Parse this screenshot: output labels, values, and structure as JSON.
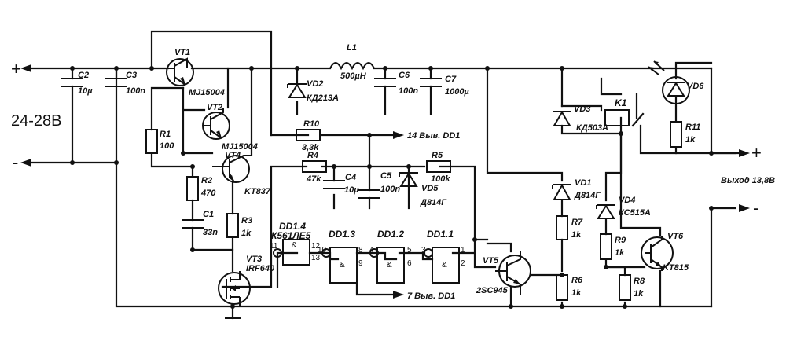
{
  "input": {
    "plus": "+",
    "minus": "-",
    "voltage": "24-28В"
  },
  "output": {
    "plus": "+",
    "minus": "-",
    "label": "Выход 13,8В"
  },
  "components": {
    "C2": {
      "ref": "C2",
      "value": "10µ"
    },
    "C3": {
      "ref": "C3",
      "value": "100n"
    },
    "VT1": {
      "ref": "VT1",
      "type": "MJ15004"
    },
    "VT2": {
      "ref": "VT2",
      "type": "MJ15004"
    },
    "R1": {
      "ref": "R1",
      "value": "100"
    },
    "VT4": {
      "ref": "VT4",
      "type": "KT837"
    },
    "R2": {
      "ref": "R2",
      "value": "470"
    },
    "C1": {
      "ref": "C1",
      "value": "33n"
    },
    "R3": {
      "ref": "R3",
      "value": "1k"
    },
    "VT3": {
      "ref": "VT3",
      "type": "IRF640"
    },
    "VD2": {
      "ref": "VD2",
      "type": "КД213А"
    },
    "L1": {
      "ref": "L1",
      "value": "500µH"
    },
    "C6": {
      "ref": "C6",
      "value": "100n"
    },
    "C7": {
      "ref": "C7",
      "value": "1000µ"
    },
    "R10": {
      "ref": "R10",
      "value": "3,3k"
    },
    "R4": {
      "ref": "R4",
      "value": "47k"
    },
    "C4": {
      "ref": "C4",
      "value": "10µ"
    },
    "C5": {
      "ref": "C5",
      "value": "100n"
    },
    "VD5": {
      "ref": "VD5",
      "type": "Д814Г"
    },
    "R5": {
      "ref": "R5",
      "value": "100k"
    },
    "VD3": {
      "ref": "VD3",
      "type": "КД503А"
    },
    "K1": {
      "ref": "K1"
    },
    "VD6": {
      "ref": "VD6"
    },
    "R11": {
      "ref": "R11",
      "value": "1k"
    },
    "VD1": {
      "ref": "VD1",
      "type": "Д814Г"
    },
    "R7": {
      "ref": "R7",
      "value": "1k"
    },
    "R6": {
      "ref": "R6",
      "value": "1k"
    },
    "VD4": {
      "ref": "VD4",
      "type": "КС515А"
    },
    "R9": {
      "ref": "R9",
      "value": "1k"
    },
    "R8": {
      "ref": "R8",
      "value": "1k"
    },
    "VT6": {
      "ref": "VT6",
      "type": "KT815"
    },
    "VT5": {
      "ref": "VT5",
      "type": "2SC945"
    }
  },
  "chip": {
    "DD14": "DD1.4",
    "DD13": "DD1.3",
    "DD12": "DD1.2",
    "DD11": "DD1.1",
    "part": "К561ЛЕ5",
    "gate_symbol": "&",
    "pin14": "14 Выв. DD1",
    "pin7": "7 Выв. DD1",
    "pins": {
      "p11": "11",
      "p12": "12",
      "p13": "13",
      "p8": "8",
      "p9": "9",
      "p10": "10",
      "p4": "4",
      "p5": "5",
      "p6": "6",
      "p3": "3",
      "p1": "1",
      "p2": "2"
    }
  }
}
